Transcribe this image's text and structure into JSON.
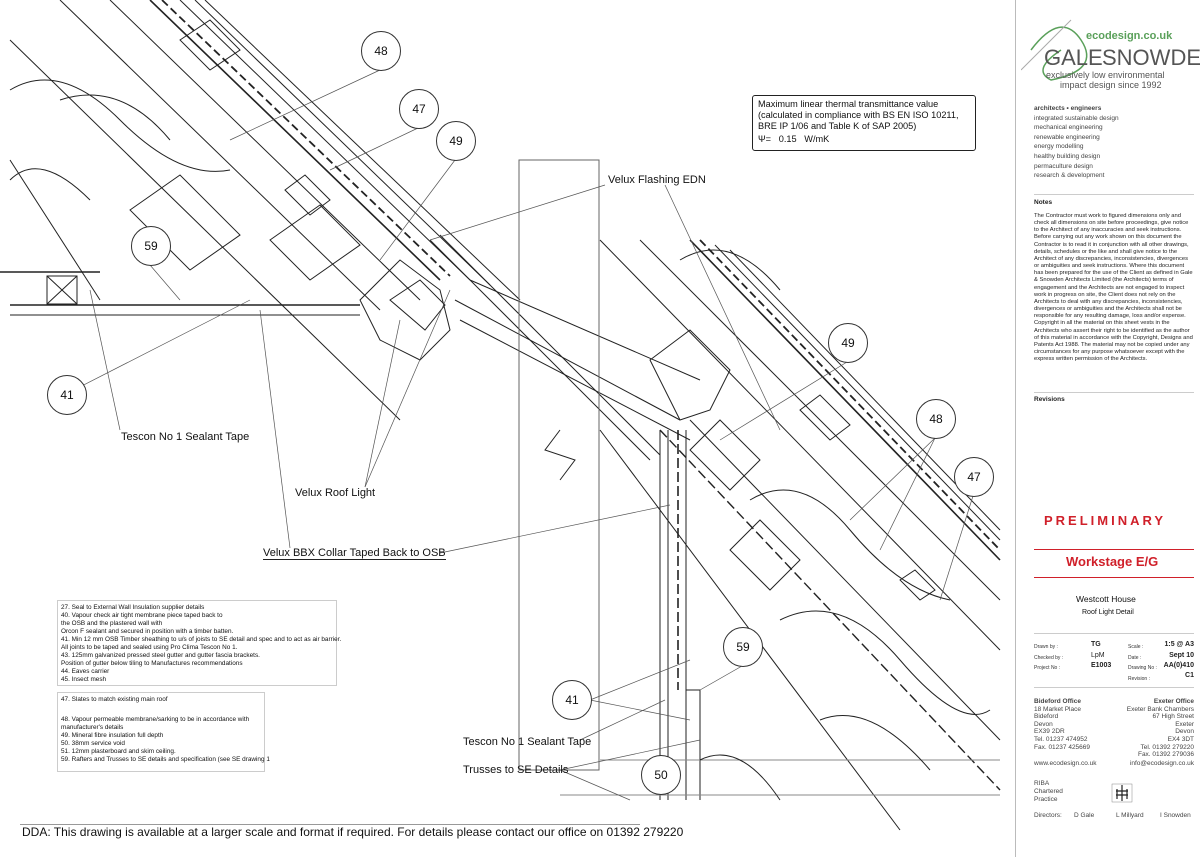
{
  "drawing": {
    "bubbles": {
      "b48a": "48",
      "b47a": "47",
      "b49a": "49",
      "b59a": "59",
      "b41a": "41",
      "b49b": "49",
      "b48b": "48",
      "b47b": "47",
      "b59b": "59",
      "b41b": "41",
      "b50b": "50"
    },
    "labels": {
      "tescon_left": "Tescon No 1 Sealant Tape",
      "velux_roof_light": "Velux Roof Light",
      "velux_bbx": "Velux BBX Collar Taped Back to OSB",
      "velux_flashing": "Velux Flashing EDN",
      "tescon_right": "Tescon No 1 Sealant Tape",
      "trusses": "Trusses to SE Details"
    },
    "thermal": {
      "text": "Maximum linear thermal transmittance value (calculated in compliance with BS EN ISO 10211, BRE IP 1/06 and Table K of SAP 2005)",
      "symbol": "Ψ=",
      "value": "0.15",
      "unit": "W/mK"
    },
    "key_notes_1": [
      "27. Seal to External Wall Insulation supplier details",
      "40. Vapour check air tight membrane piece taped back to",
      "      the OSB and the plastered wall with",
      "      Orcon F sealant and secured in position with a timber batten.",
      "41. Min 12 mm OSB Timber sheathing to u/s of joists to SE detail and spec and to act as air barrier.",
      "      All joints to be taped and sealed using Pro Clima Tescon No 1.",
      "43. 125mm galvanized pressed steel gutter and gutter fascia brackets.",
      "      Position of gutter below tiling to Manufactures recommendations",
      "44. Eaves carrier",
      "45. Insect mesh"
    ],
    "key_notes_2": [
      "47. Slates to match existing main roof",
      "48. Vapour permeable membrane/sarking to be in accordance with",
      "      manufacturer's details",
      "49. Mineral fibre insulation full depth",
      "50.  38mm service void",
      "51. 12mm plasterboard and skim ceiling.",
      "59. Rafters and Trusses to SE details and specification (see SE drawing 1"
    ],
    "dda": "DDA: This drawing is available at a larger scale and format if required. For details please contact our office on 01392 279220"
  },
  "panel": {
    "logo": {
      "gale": "GALE",
      "snowden": "SNOWDEN",
      "site": "ecodesign.co.uk",
      "tagline1": "exclusively low environmental",
      "tagline2": "impact design since 1992"
    },
    "services": [
      "architects  •  engineers",
      "integrated sustainable design",
      "mechanical engineering",
      "renewable engineering",
      "energy modelling",
      "healthy building design",
      "permaculture design",
      "research & development"
    ],
    "notes_heading": "Notes",
    "notes": "The Contractor must work to figured dimensions only and check all dimensions on site before proceedings, give notice to the Architect of any inaccuracies and seek instructions. Before carrying out any work shown on this document the Contractor is to read it in conjunction with all other drawings, details, schedules or the like and shall give notice to the Architect of any discrepancies, inconsistencies, divergences or ambiguities and seek instructions. Where this document has been prepared for the use of the Client as defined in Gale & Snowden Architects Limited (the Architects) terms of engagement and the Architects are not engaged to inspect work in progress on site, the Client does not rely on the Architects to deal with any discrepancies, inconsistencies, divergences or ambiguities and the Architects shall not be responsible for any resulting damage, loss and/or expense. Copyright in all the material on this sheet vests in the Architects who assert their right to be identified as the author of this material in accordance with the Copyright, Designs and Patents Act 1988. The material may not be copied under any circumstances for any purpose whatsoever except with the express written permission of the Architects.",
    "revisions_heading": "Revisions",
    "status": "PRELIMINARY",
    "workstage": "Workstage E/G",
    "project": "Westcott House",
    "title": "Roof Light Detail",
    "block": {
      "drawn_by_label": "Drawn by :",
      "drawn_by": "TG",
      "checked_by_label": "Checked by :",
      "checked_by": "LpM",
      "project_no_label": "Project No :",
      "project_no": "E1003",
      "scale_label": "Scale :",
      "scale": "1:5 @ A3",
      "date_label": "Date :",
      "date": "Sept 10",
      "drawing_no_label": "Drawing No :",
      "drawing_no": "AA(0)410",
      "revision_label": "Revision :",
      "revision": "C1"
    },
    "bideford": [
      "Bideford Office",
      "18 Market Place",
      "Bideford",
      "Devon",
      "EX39 2DR",
      "Tel. 01237 474952",
      "Fax. 01237 425669"
    ],
    "exeter": [
      "Exeter Office",
      "Exeter Bank Chambers",
      "67 High Street",
      "Exeter",
      "Devon",
      "EX4 3DT",
      "Tel. 01392 279220",
      "Fax. 01392 279036"
    ],
    "web": "www.ecodesign.co.uk",
    "email": "info@ecodesign.co.uk",
    "riba": [
      "RIBA",
      "Chartered",
      "Practice"
    ],
    "directors_label": "Directors:",
    "directors": [
      "D Gale",
      "L Millyard",
      "I Snowden"
    ],
    "colors": {
      "status": "#d0202a",
      "logo_green": "#5aa05a",
      "logo_grey": "#555555"
    }
  }
}
